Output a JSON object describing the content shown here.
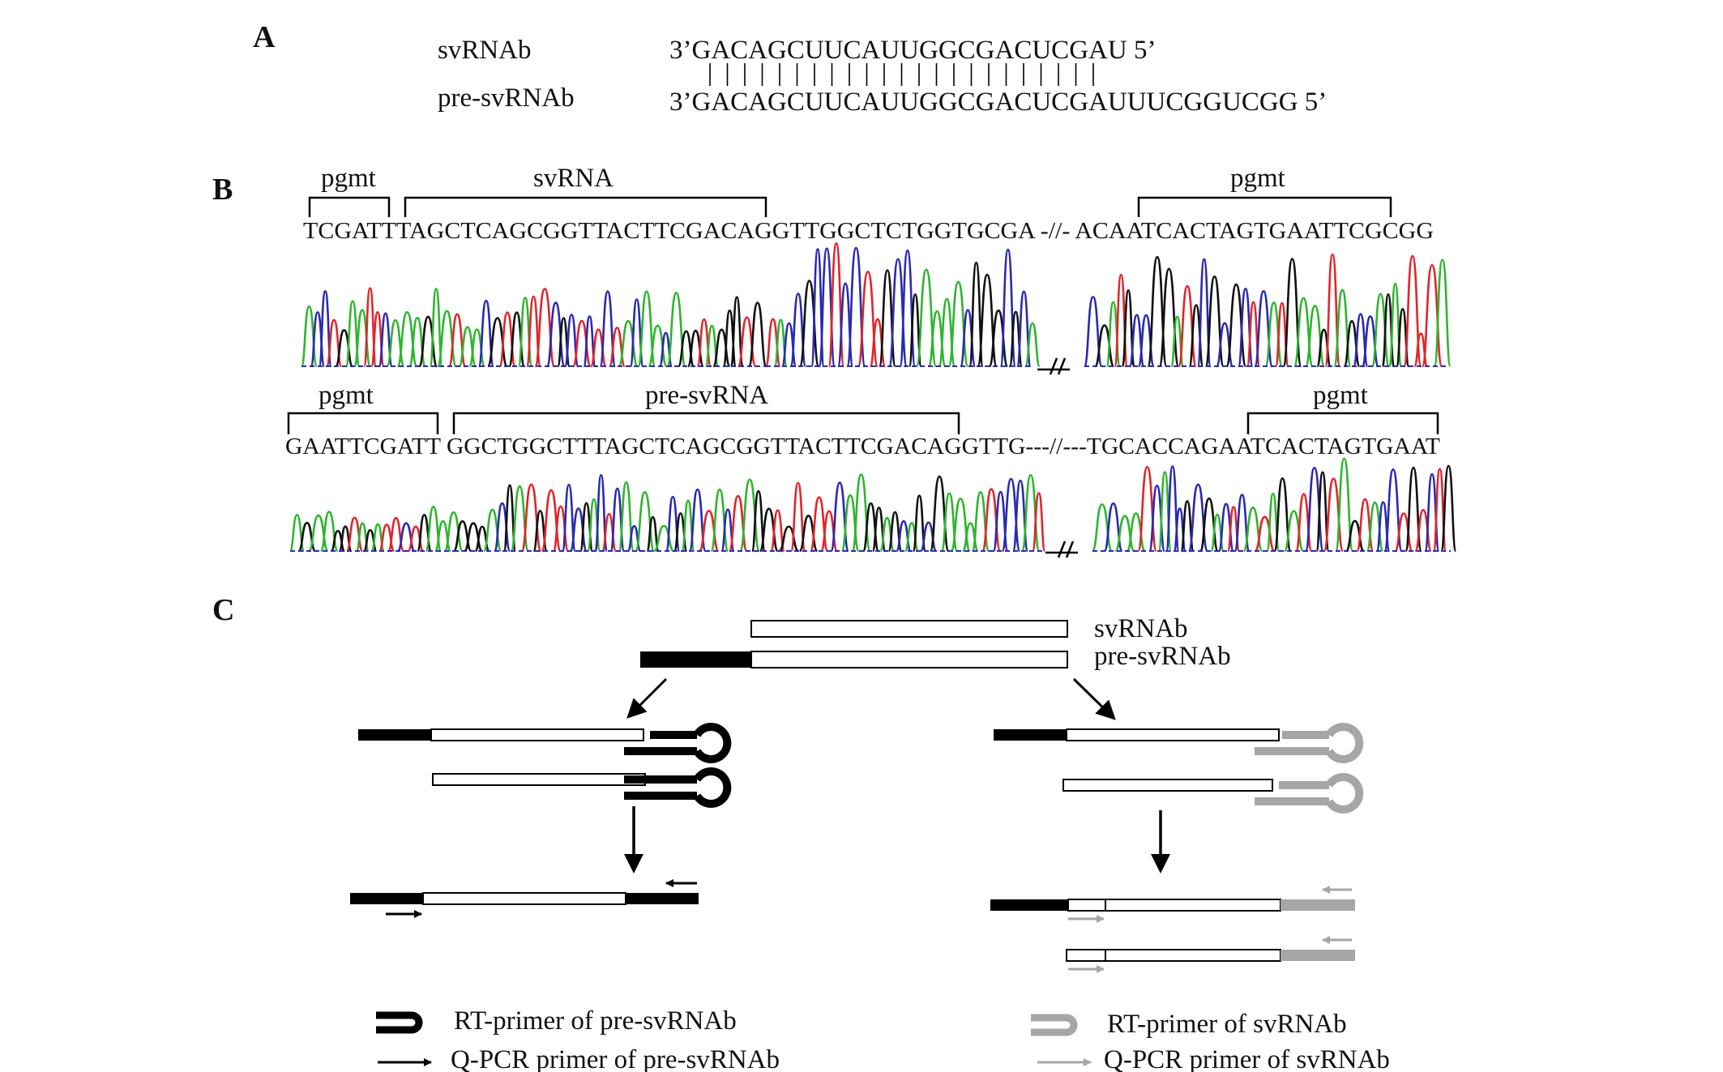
{
  "colors": {
    "ink": "#000000",
    "grey": "#a6a6a6",
    "trace_a": "#2fb52f",
    "trace_c": "#2a2ab0",
    "trace_g": "#111111",
    "trace_t": "#e0262c"
  },
  "panel_a": {
    "label": "A",
    "row1_name": "svRNAb",
    "row1_seq": "3’GACAGCUUCAUUGGCGACUCGAU 5’",
    "row2_name": "pre-svRNAb",
    "row2_seq": "3’GACAGCUUCAUUGGCGACUCGAUUUCGGUCGG 5’",
    "pair_count": 23
  },
  "panel_b": {
    "label": "B",
    "top": {
      "bracket_labels": [
        "pgmt",
        "svRNA",
        "pgmt"
      ],
      "sequence": "TCGATTTAGCTCAGCGGTTACTTCGACAGGTTGGCTCTGGTGCGA -//- ACAATCACTAGTGAATTCGCGG"
    },
    "bottom": {
      "bracket_labels": [
        "pgmt",
        "pre-svRNA",
        "pgmt"
      ],
      "sequence": "GAATTCGATT GGCTGGCTTTAGCTCAGCGGTTACTTCGACAGGTTG---//---TGCACCAGAATCACTAGTGAAT"
    },
    "break_mark": "//"
  },
  "panel_c": {
    "label": "C",
    "label_svrnab": "svRNAb",
    "label_pre_svrnab": "pre-svRNAb"
  },
  "legend": {
    "rt_primer_pre": "RT-primer of pre-svRNAb",
    "qpcr_primer_pre": "Q-PCR primer of pre-svRNAb",
    "rt_primer_sv": "RT-primer of svRNAb",
    "qpcr_primer_sv": "Q-PCR primer of svRNAb"
  }
}
